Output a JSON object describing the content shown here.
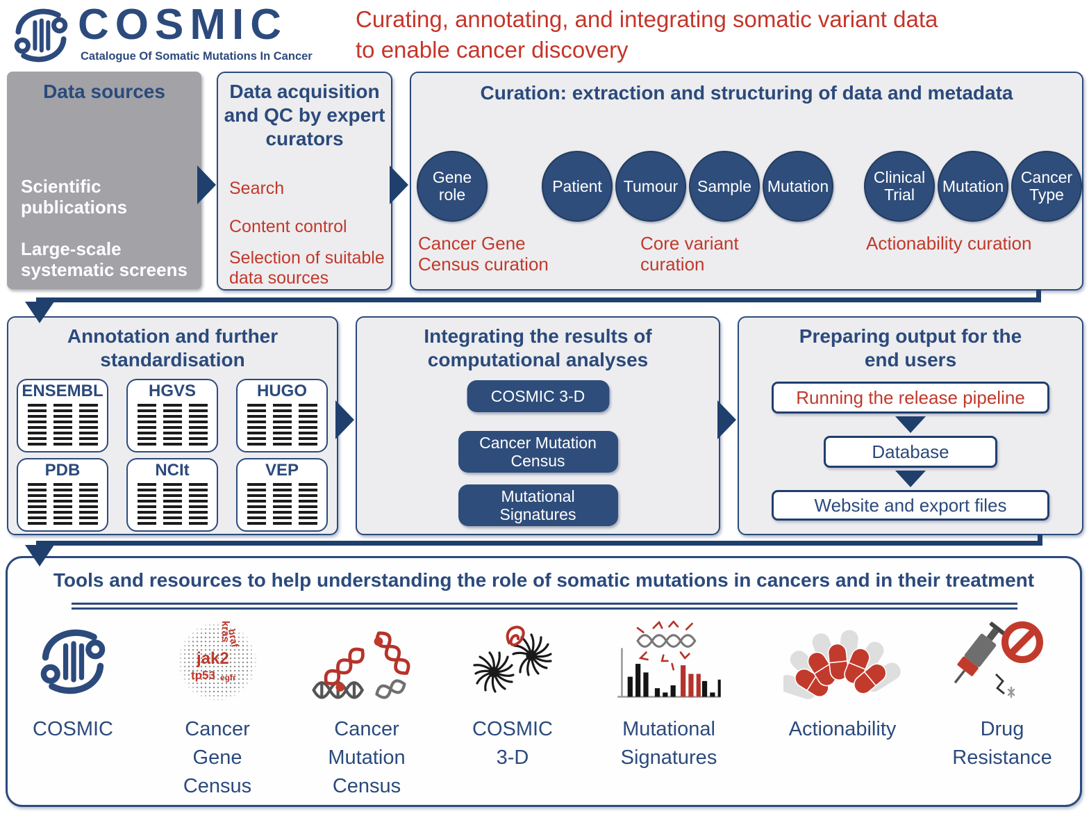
{
  "colors": {
    "navy": "#2b4a7c",
    "red": "#c0392b",
    "panel_gray": "#ededef",
    "datasource_gray": "#a2a2a7"
  },
  "header": {
    "brand": "COSMIC",
    "brand_sub": "Catalogue Of Somatic Mutations In Cancer",
    "tagline1": "Curating, annotating, and integrating somatic variant data",
    "tagline2": "to enable cancer discovery"
  },
  "row1": {
    "data_sources": {
      "title": "Data sources",
      "item1": "Scientific publications",
      "item2": "Large-scale systematic screens"
    },
    "acquisition": {
      "title": "Data acquisition and QC by expert curators",
      "item1": "Search",
      "item2": "Content control",
      "item3": "Selection of suitable data sources"
    },
    "curation": {
      "title": "Curation: extraction and structuring of data and metadata",
      "circles": [
        "Gene role",
        "Patient",
        "Tumour",
        "Sample",
        "Mutation",
        "Clinical Trial",
        "Mutation",
        "Cancer Type"
      ],
      "group1_label": "Cancer Gene Census curation",
      "group2_label": "Core variant curation",
      "group3_label": "Actionability curation"
    }
  },
  "row2": {
    "annotation": {
      "title": "Annotation and further standardisation",
      "sources": [
        "ENSEMBL",
        "HGVS",
        "HUGO",
        "PDB",
        "NCIt",
        "VEP"
      ]
    },
    "integration": {
      "title": "Integrating the results of computational analyses",
      "pills": [
        "COSMIC 3-D",
        "Cancer Mutation Census",
        "Mutational Signatures"
      ]
    },
    "output": {
      "title": "Preparing output for the end users",
      "step1": "Running the release pipeline",
      "step2": "Database",
      "step3": "Website and export files"
    }
  },
  "tools": {
    "title": "Tools and resources to help understanding the role of somatic mutations in cancers and in their treatment",
    "labels": [
      "COSMIC",
      "Cancer Gene Census",
      "Cancer Mutation Census",
      "COSMIC 3-D",
      "Mutational Signatures",
      "Actionability",
      "Drug Resistance"
    ],
    "word_cloud": [
      "kras",
      "braf",
      "jak2",
      "tp53",
      "egfr"
    ]
  }
}
